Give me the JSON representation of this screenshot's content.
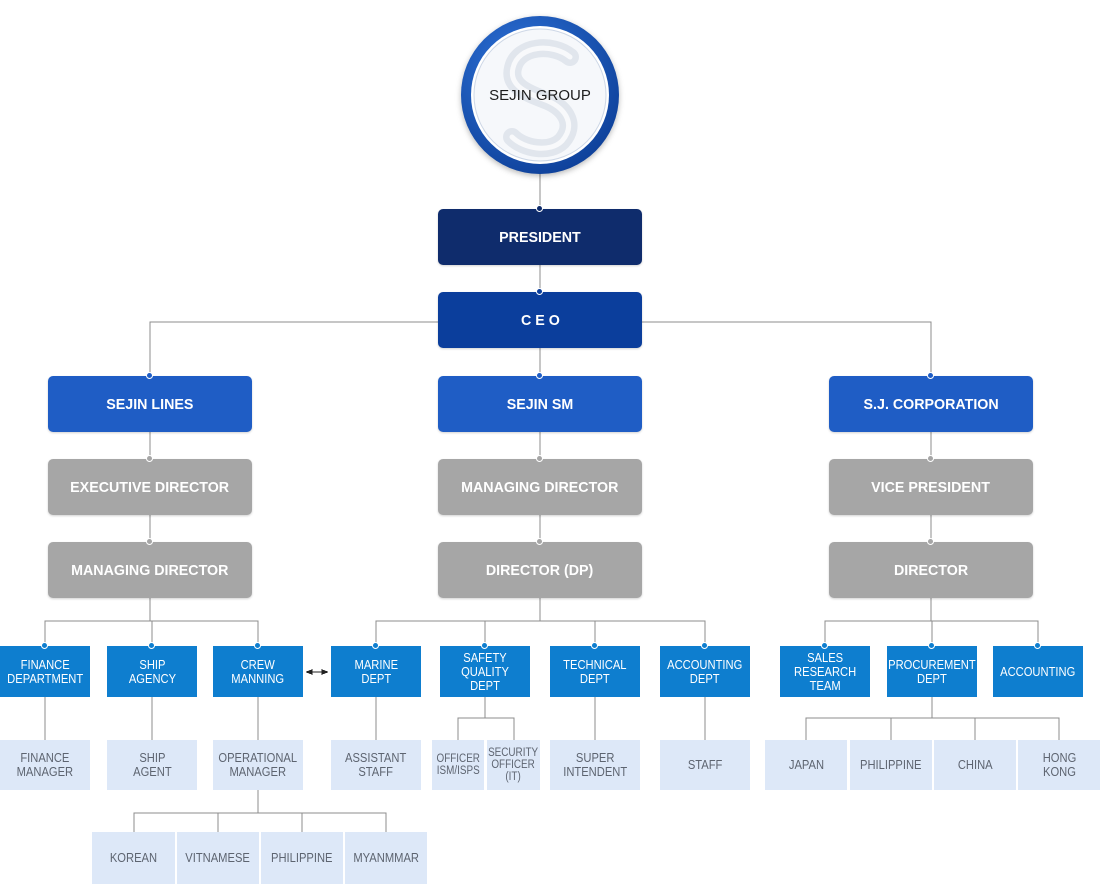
{
  "colors": {
    "president": "#0f2c6c",
    "ceo": "#0b3e9c",
    "company": "#1f5dc5",
    "management": "#a6a6a6",
    "department": "#0e7ecf",
    "staff_bg": "#dde8f8",
    "staff_text": "#5d6470",
    "connector": "#8c8c8c",
    "logo_ring": "#0d3f98",
    "link_arrow": "#222222"
  },
  "logo": {
    "label": "SEJIN GROUP"
  },
  "president": "PRESIDENT",
  "ceo": "C E O",
  "companies": [
    {
      "name": "SEJIN LINES",
      "roles": [
        "EXECUTIVE DIRECTOR",
        "MANAGING DIRECTOR"
      ],
      "departments": [
        {
          "name": "FINANCE\nDEPARTMENT",
          "staff": [
            "FINANCE\nMANAGER"
          ]
        },
        {
          "name": "SHIP\nAGENCY",
          "staff": [
            "SHIP\nAGENT"
          ]
        },
        {
          "name": "CREW\nMANNING",
          "staff": [
            "OPERATIONAL\nMANAGER"
          ],
          "teams": [
            "KOREAN",
            "VITNAMESE",
            "PHILIPPINE",
            "MYANMMAR"
          ]
        }
      ]
    },
    {
      "name": "SEJIN SM",
      "roles": [
        "MANAGING DIRECTOR",
        "DIRECTOR (DP)"
      ],
      "departments": [
        {
          "name": "MARINE\nDEPT",
          "staff": [
            "ASSISTANT\nSTAFF"
          ]
        },
        {
          "name": "SAFETY\nQUALITY DEPT",
          "staff": [
            "OFFICER\nISM/ISPS",
            "SECURITY\nOFFICER\n(IT)"
          ]
        },
        {
          "name": "TECHNICAL\nDEPT",
          "staff": [
            "SUPER\nINTENDENT"
          ]
        },
        {
          "name": "ACCOUNTING\nDEPT",
          "staff": [
            "STAFF"
          ]
        }
      ]
    },
    {
      "name": "S.J. CORPORATION",
      "roles": [
        "VICE PRESIDENT",
        "DIRECTOR"
      ],
      "departments": [
        {
          "name": "SALES\nRESEARCH\nTEAM"
        },
        {
          "name": "PROCUREMENT\nDEPT",
          "staff": [
            "JAPAN",
            "PHILIPPINE",
            "CHINA",
            "HONG\nKONG"
          ]
        },
        {
          "name": "ACCOUNTING"
        }
      ]
    }
  ]
}
